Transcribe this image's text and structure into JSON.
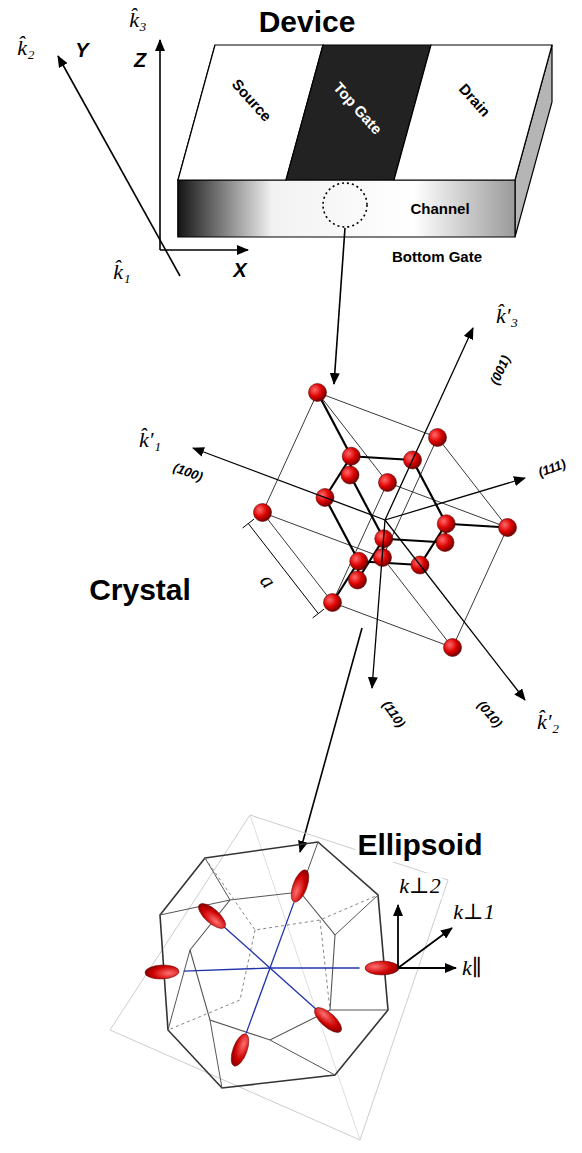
{
  "diagram": {
    "labels": [
      "Device",
      "k̂₃",
      "Z",
      "k̂₂",
      "Y",
      "k̂₁",
      "X",
      "Source",
      "Top Gate",
      "Drain",
      "Channel",
      "Bottom Gate",
      "k̂′₃",
      "(001)",
      "k̂′₁",
      "(100)",
      "(111)",
      "Crystal",
      "a",
      "(110)",
      "(010)",
      "k̂′₂",
      "Ellipsoid",
      "k⊥2",
      "k⊥1",
      "k∥"
    ]
  }
}
